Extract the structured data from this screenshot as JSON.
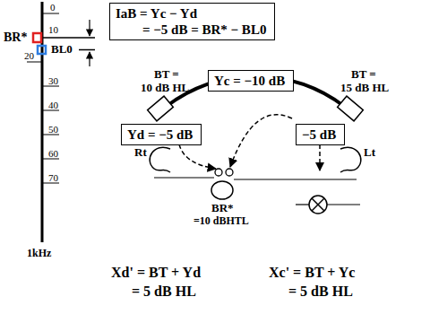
{
  "diagram": {
    "nodes": [
      {
        "text": [
          "IaB = Yc − Yd",
          "= −5 dB = BR* − BL0"
        ]
      },
      {
        "text": [
          "Yc = −10 dB"
        ]
      },
      {
        "text": [
          "Yd = −5 dB"
        ]
      },
      {
        "text": [
          "−5 dB"
        ]
      }
    ],
    "labels": [
      "BR*",
      "0",
      "10",
      "BL0",
      "20",
      "30",
      "40",
      "50",
      "60",
      "70",
      "1kHz",
      "BT =",
      "10 dB HL",
      "BT =",
      "15 dB HL",
      "Rt",
      "Lt",
      "BR*",
      "=10 dBHTL",
      "Xd' = BT + Yd",
      "= 5 dB HL",
      "Xc' = BT + Yc",
      "= 5 dB HL"
    ]
  }
}
